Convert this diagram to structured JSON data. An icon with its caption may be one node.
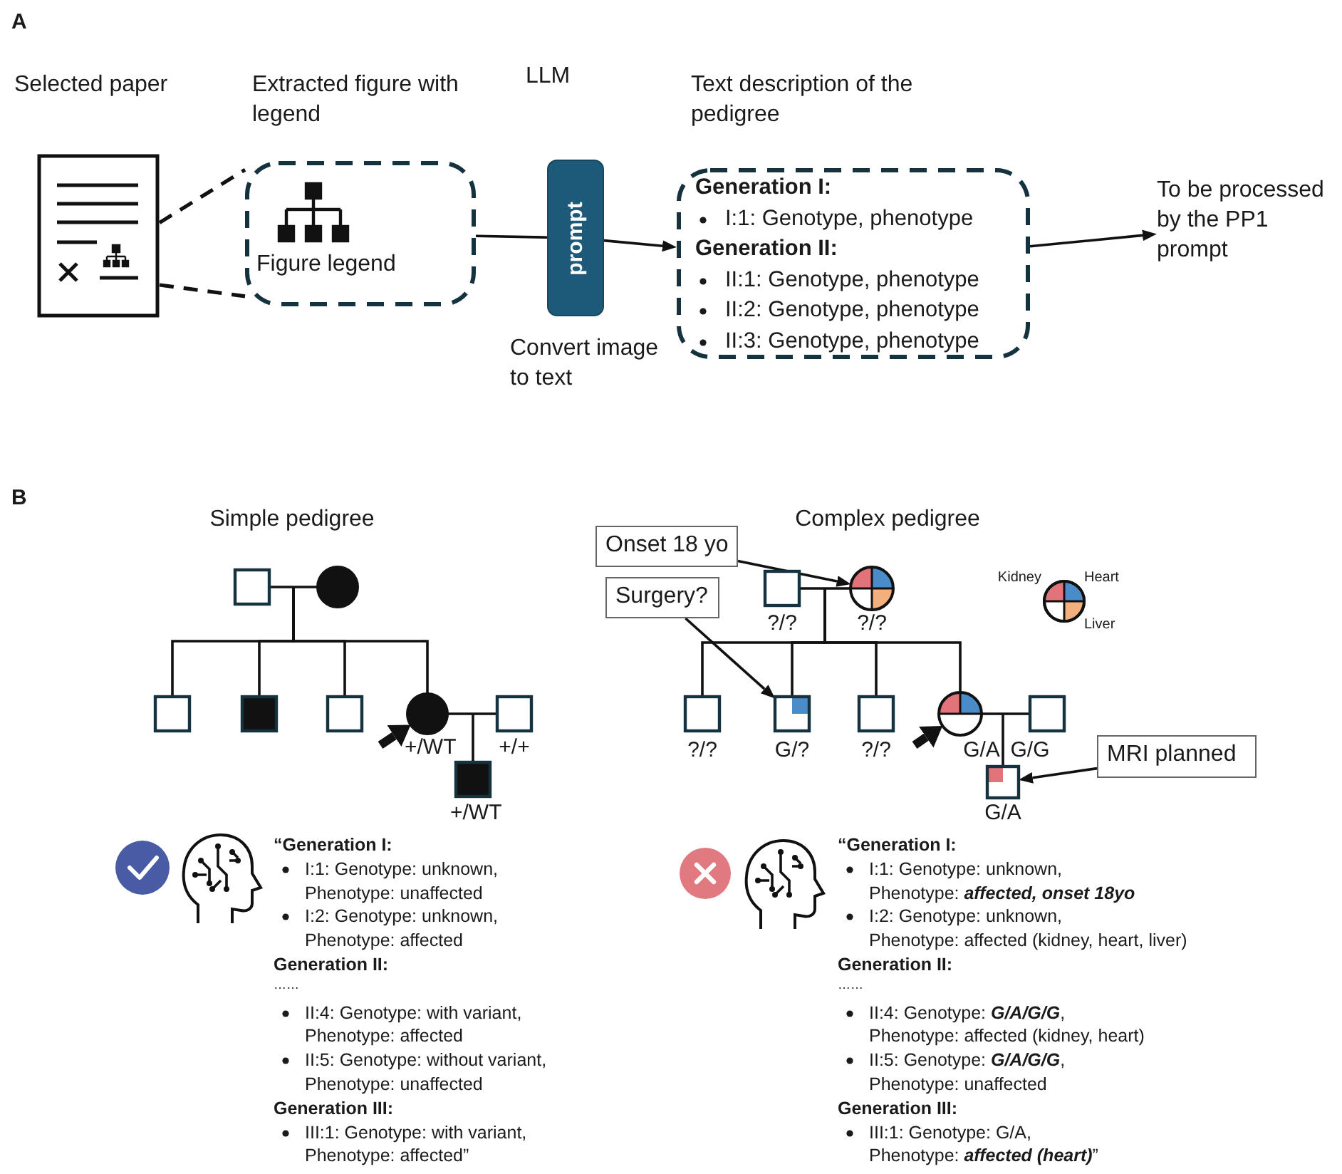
{
  "diagram": {
    "nodes": [
      {
        "text": [
          "Selected paper"
        ]
      },
      {
        "text": [
          "Extracted figure with legend",
          "Figure legend"
        ]
      },
      {
        "text": [
          "LLM",
          "prompt"
        ],
        "beside": [
          "Convert image to text"
        ]
      },
      {
        "text": [
          "Text description of the pedigree",
          "Generation I:",
          "I:1: Genotype, phenotype",
          "Generation II:",
          "II:1: Genotype, phenotype",
          "II:2: Genotype, phenotype",
          "II:3: Genotype, phenotype"
        ]
      },
      {
        "text": [
          "To be processed by the PP1 prompt"
        ]
      },
      {
        "text": [],
        "shape": "box"
      },
      {
        "text": [],
        "shape": "circle"
      },
      {
        "text": [],
        "shape": "box"
      },
      {
        "text": [],
        "shape": "box"
      },
      {
        "text": [],
        "shape": "box"
      },
      {
        "text": [],
        "shape": "circle",
        "beside": [
          "+/WT"
        ]
      },
      {
        "text": [],
        "shape": "box",
        "beside": [
          "+/+"
        ]
      },
      {
        "text": [],
        "shape": "box",
        "beside": [
          "+/WT"
        ]
      },
      {
        "text": [
          "Onset 18 yo"
        ]
      },
      {
        "text": [
          "Surgery?"
        ]
      },
      {
        "text": [],
        "shape": "box",
        "beside": [
          "?/?"
        ]
      },
      {
        "text": [],
        "shape": "circle",
        "beside": [
          "?/?"
        ]
      },
      {
        "text": [],
        "shape": "box",
        "beside": [
          "?/?"
        ]
      },
      {
        "text": [],
        "shape": "box",
        "beside": [
          "G/?"
        ]
      },
      {
        "text": [],
        "shape": "box",
        "beside": [
          "?/?"
        ]
      },
      {
        "text": [],
        "shape": "circle",
        "beside": [
          "G/A"
        ]
      },
      {
        "text": [],
        "shape": "box",
        "beside": [
          "G/G"
        ]
      },
      {
        "text": [
          "MRI planned"
        ]
      },
      {
        "text": [],
        "shape": "box",
        "beside": [
          "G/A"
        ]
      },
      {
        "text": [],
        "shape": "circle"
      }
    ],
    "edges": [
      {
        "from": 0,
        "to": 1,
        "arrow": "none",
        "style": "dashed"
      },
      {
        "from": 0,
        "to": 1,
        "arrow": "none",
        "style": "dashed"
      },
      {
        "from": 1,
        "to": 2,
        "arrow": "none"
      },
      {
        "from": 2,
        "to": 3,
        "arrow": "to"
      },
      {
        "from": 3,
        "to": 4,
        "arrow": "to"
      },
      {
        "from": 5,
        "to": 6,
        "arrow": "none"
      },
      {
        "from": null,
        "to": 7,
        "arrow": "none"
      },
      {
        "from": null,
        "to": 8,
        "arrow": "none"
      },
      {
        "from": null,
        "to": 9,
        "arrow": "none"
      },
      {
        "from": null,
        "to": 10,
        "arrow": "none"
      },
      {
        "from": 10,
        "to": 11,
        "arrow": "none"
      },
      {
        "from": null,
        "to": 12,
        "arrow": "none"
      },
      {
        "from": null,
        "to": 10,
        "arrow": "to",
        "style": "thick"
      },
      {
        "from": 13,
        "to": 16,
        "arrow": "to"
      },
      {
        "from": 14,
        "to": 18,
        "arrow": "to"
      },
      {
        "from": 15,
        "to": 16,
        "arrow": "none"
      },
      {
        "from": null,
        "to": 17,
        "arrow": "none"
      },
      {
        "from": null,
        "to": 18,
        "arrow": "none"
      },
      {
        "from": null,
        "to": 19,
        "arrow": "none"
      },
      {
        "from": null,
        "to": 20,
        "arrow": "none"
      },
      {
        "from": 20,
        "to": 21,
        "arrow": "none"
      },
      {
        "from": null,
        "to": 23,
        "arrow": "none"
      },
      {
        "from": null,
        "to": 20,
        "arrow": "to",
        "style": "thick"
      },
      {
        "from": 22,
        "to": 23,
        "arrow": "to"
      }
    ],
    "labels": [
      "A",
      "B",
      "Simple pedigree",
      "Complex pedigree",
      "“Generation I:",
      "I:1: Genotype: unknown,",
      "Phenotype: unaffected",
      "I:2: Genotype: unknown,",
      "Phenotype: affected",
      "Generation II:",
      "……",
      "II:4: Genotype: with variant,",
      "Phenotype: affected",
      "II:5: Genotype: without variant,",
      "Phenotype: unaffected",
      "Generation III:",
      "III:1: Genotype: with variant,",
      "Phenotype: affected”",
      "“Generation I:",
      "I:1: Genotype: unknown,",
      "Phenotype: **affected, onset 18yo**",
      "I:2: Genotype: unknown,",
      "Phenotype: affected (kidney, heart, liver)",
      "Generation II:",
      "……",
      "II:4: Genotype: **G/A/G/G**,",
      "Phenotype: affected (kidney, heart)",
      "II:5: Genotype: **G/A/G/G**,",
      "Phenotype: unaffected",
      "Generation III:",
      "III:1: Genotype: G/A,",
      "Phenotype: **affected (heart)**”"
    ],
    "legend": [
      {
        "text": "Kidney",
        "color": "#e2737b"
      },
      {
        "text": "Heart",
        "color": "#4a8bc9"
      },
      {
        "text": "Liver",
        "color": "#f3b07e"
      }
    ]
  }
}
